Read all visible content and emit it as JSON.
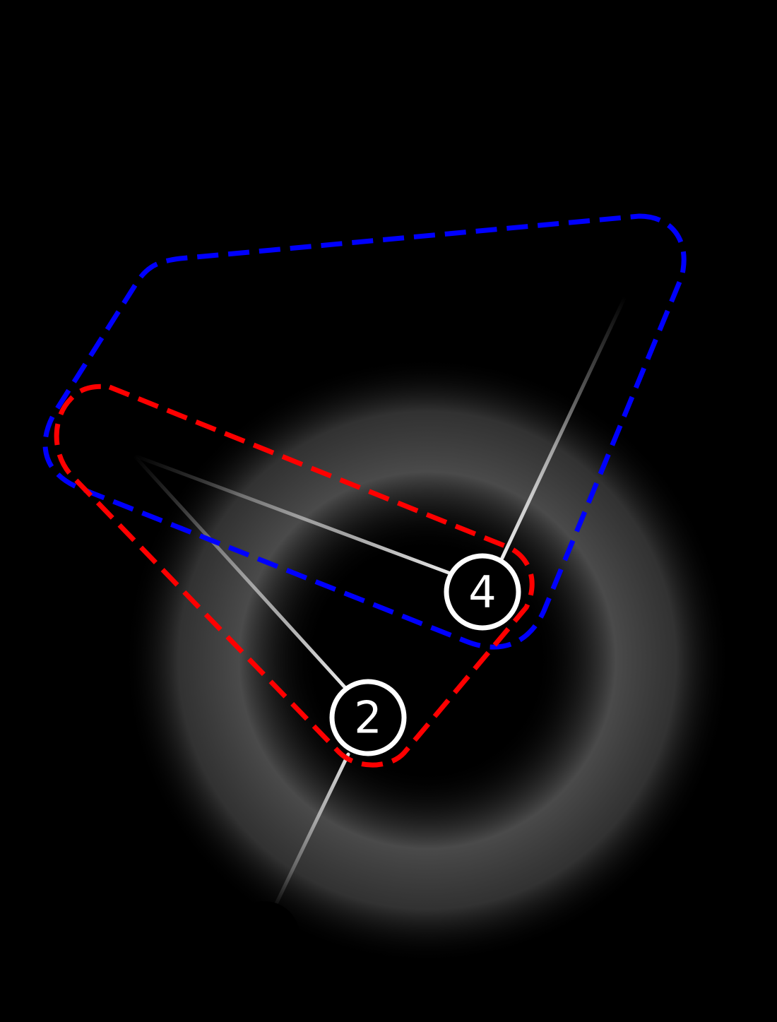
{
  "colors": {
    "background": "#000000",
    "halo": "#4a4a4a",
    "outer_group_outline": "#0000ff",
    "inner_group_outline": "#ff0000",
    "connector": "#ffffff",
    "node_fill": "#000000",
    "node_stroke": "#ffffff",
    "node_label": "#ffffff"
  },
  "nodes": [
    {
      "id": "node-4",
      "label": "4"
    },
    {
      "id": "node-2",
      "label": "2"
    }
  ],
  "decorations": {
    "halo": "radial-glow-ring",
    "bottom_node": "partially-visible-circle"
  }
}
